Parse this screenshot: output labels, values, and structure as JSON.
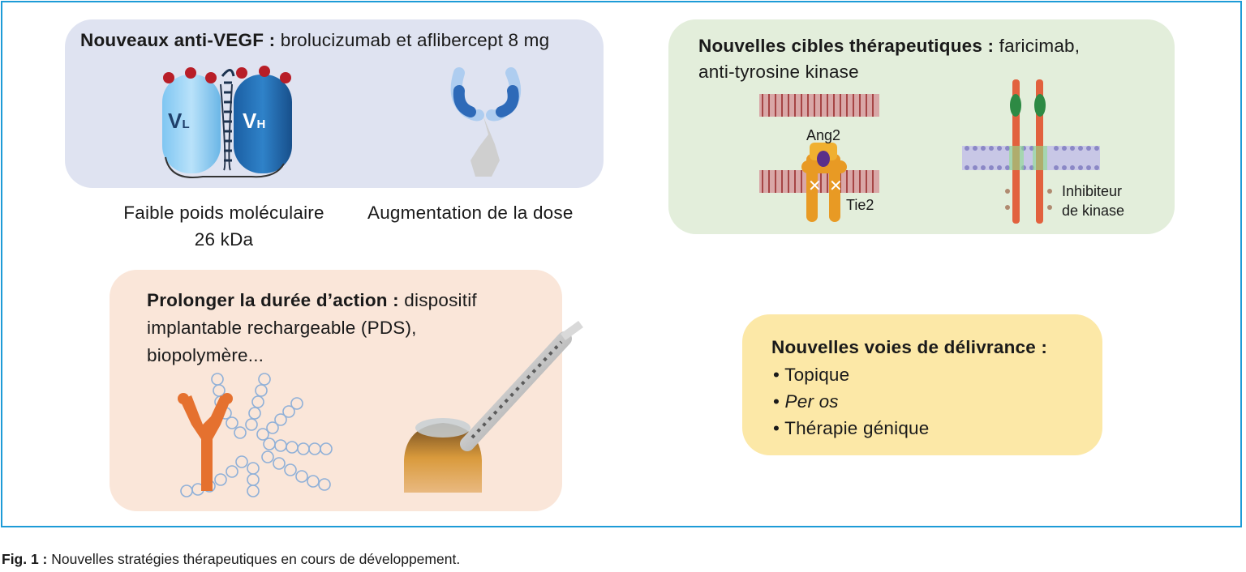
{
  "panels": {
    "anti_vegf": {
      "title": "Nouveaux anti-VEGF :",
      "text": " brolucizumab et aflibercept 8 mg",
      "label_vl": "V",
      "label_vl_sub": "L",
      "label_vh": "V",
      "label_vh_sub": "H",
      "caption_left_1": "Faible poids moléculaire",
      "caption_left_2": "26 kDa",
      "caption_right": "Augmentation de la dose"
    },
    "targets": {
      "title": "Nouvelles cibles thérapeutiques :",
      "text_1": " faricimab,",
      "text_2": "anti-tyrosine kinase",
      "label_ang2": "Ang2",
      "label_tie2": "Tie2",
      "label_inhib_1": "Inhibiteur",
      "label_inhib_2": "de kinase"
    },
    "duration": {
      "title": "Prolonger la durée d’action :",
      "text_1": " dispositif",
      "text_2": "implantable rechargeable (PDS),",
      "text_3": "biopolymère..."
    },
    "delivery": {
      "title": "Nouvelles voies de délivrance :",
      "items": [
        "• Topique",
        "• ",
        "Per os",
        "• Thérapie génique"
      ]
    }
  },
  "caption": {
    "label": "Fig. 1 :",
    "text": " Nouvelles stratégies thérapeutiques en cours de développement."
  },
  "colors": {
    "frame": "#1d9bd7",
    "panel_blue": "#dfe3f1",
    "panel_green": "#e3eedb",
    "panel_orange": "#fae6d9",
    "panel_yellow": "#fce8a7"
  }
}
